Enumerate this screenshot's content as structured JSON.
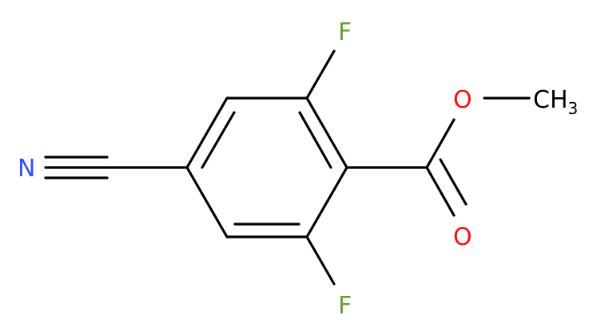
{
  "molecule": {
    "atoms": {
      "nitrogen": "N",
      "fluorine_top": "F",
      "fluorine_bottom": "F",
      "oxygen_ether": "O",
      "oxygen_carbonyl": "O",
      "methyl_main": "CH",
      "methyl_sub": "3"
    },
    "colors": {
      "bond": "#000000",
      "nitrogen": "#3050F8",
      "fluorine": "#66A132",
      "oxygen": "#FF0D0D",
      "carbon": "#000000"
    }
  }
}
